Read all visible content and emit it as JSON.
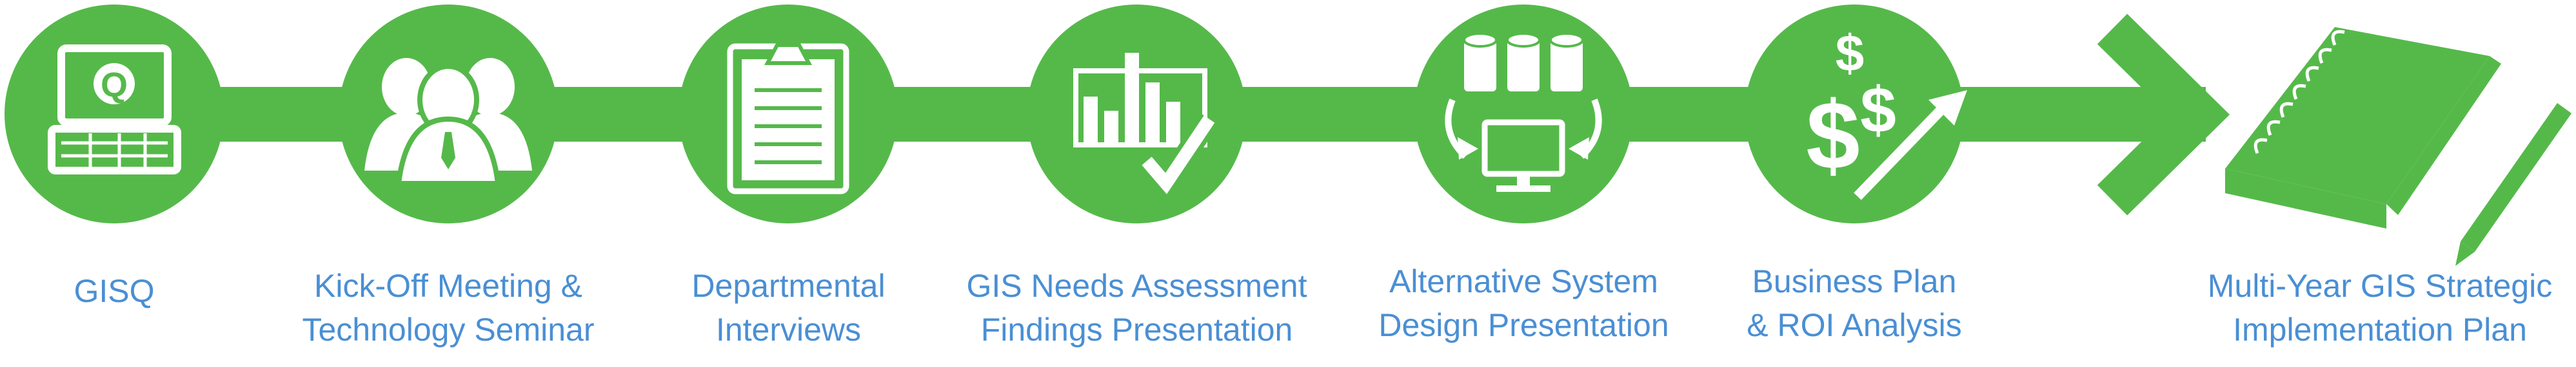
{
  "colors": {
    "accent_green": "#55b94a",
    "label_blue": "#4a8fd4",
    "icon_white": "#ffffff"
  },
  "steps": [
    {
      "icon": "laptop-q-icon",
      "lines": [
        "GISQ"
      ]
    },
    {
      "icon": "meeting-people-icon",
      "lines": [
        "Kick-Off Meeting &",
        "Technology Seminar"
      ]
    },
    {
      "icon": "clipboard-icon",
      "lines": [
        "Departmental",
        "Interviews"
      ]
    },
    {
      "icon": "bar-chart-check-icon",
      "lines": [
        "GIS Needs Assessment",
        "Findings Presentation"
      ]
    },
    {
      "icon": "database-monitor-icon",
      "lines": [
        "Alternative System",
        "Design Presentation"
      ]
    },
    {
      "icon": "dollar-growth-icon",
      "lines": [
        "Business Plan",
        "& ROI Analysis"
      ]
    },
    {
      "icon": "notebook-pen-icon",
      "lines": [
        "Multi-Year GIS Strategic",
        "Implementation Plan"
      ]
    }
  ]
}
